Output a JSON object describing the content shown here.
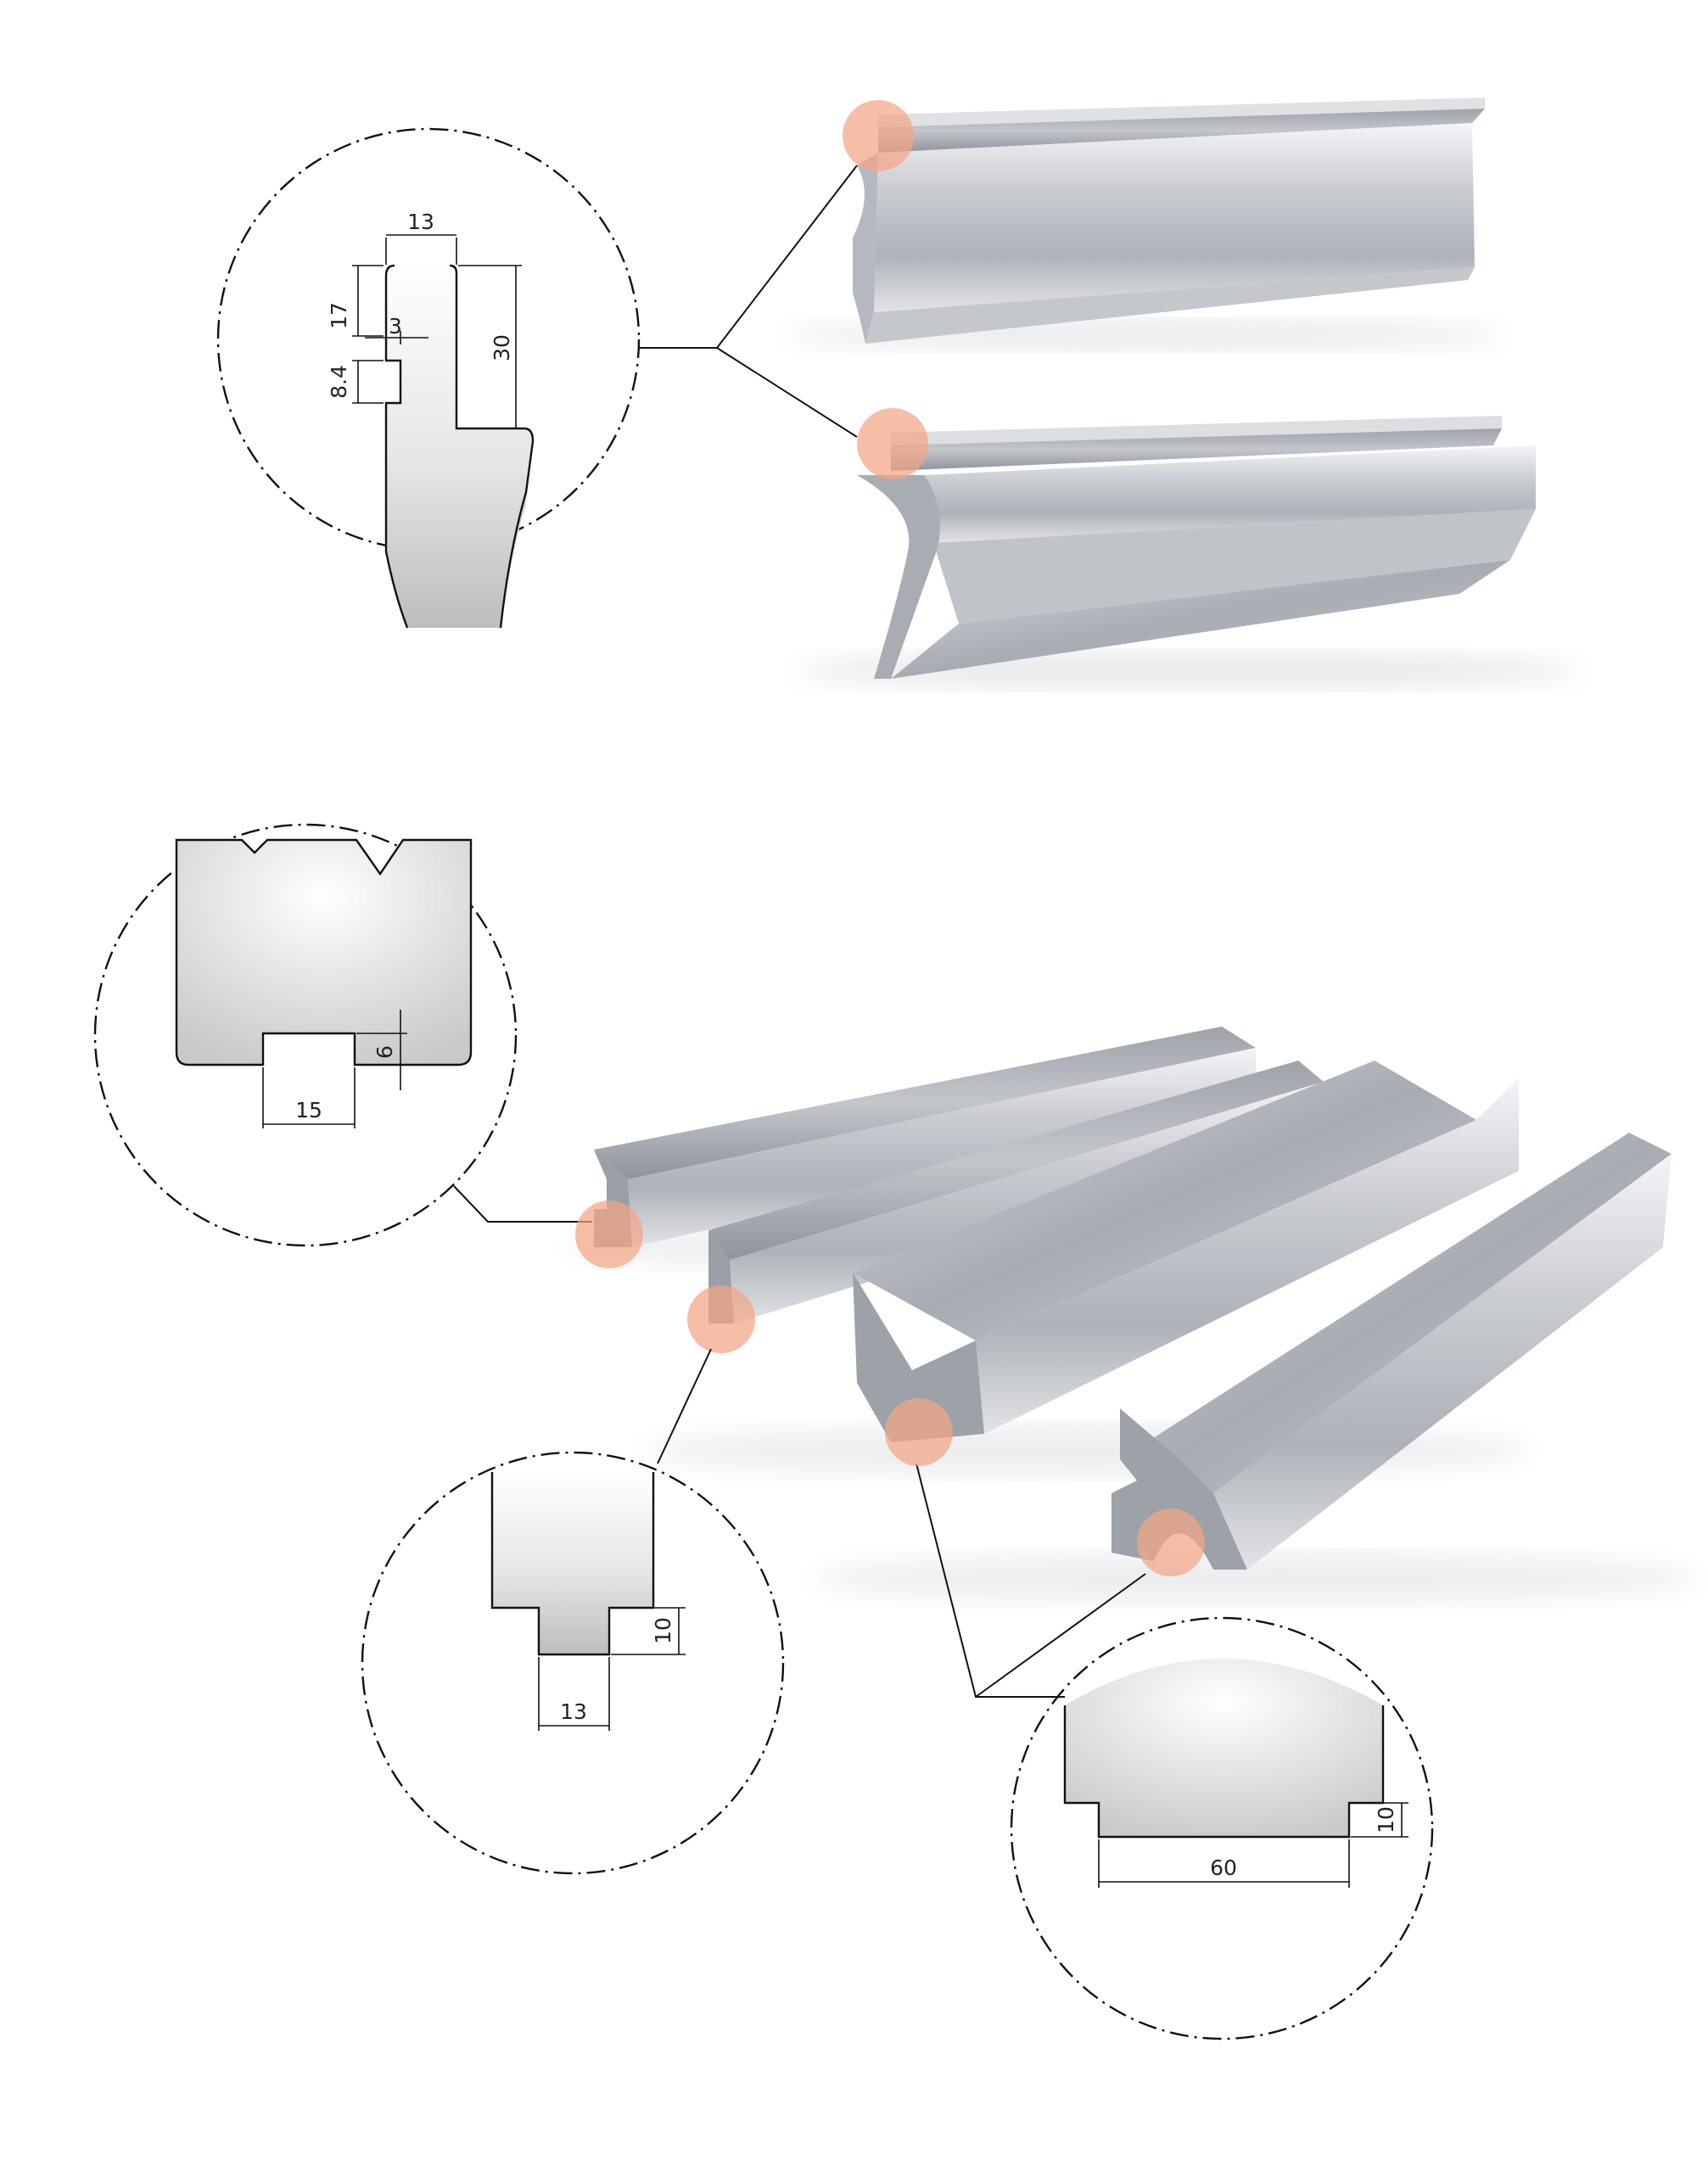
{
  "figure": {
    "accent_color": "#f2a585",
    "callouts": [
      {
        "id": "upper-punch-clamp",
        "labels": {
          "width": "13",
          "height_a": "17",
          "height_b": "30",
          "offset": "3",
          "slot": "8.4"
        }
      },
      {
        "id": "die-base-slot-15",
        "labels": {
          "width": "15",
          "depth": "6"
        }
      },
      {
        "id": "die-tang-13",
        "labels": {
          "width": "13",
          "height": "10"
        }
      },
      {
        "id": "die-base-60",
        "labels": {
          "width": "60",
          "height": "10"
        }
      }
    ]
  }
}
